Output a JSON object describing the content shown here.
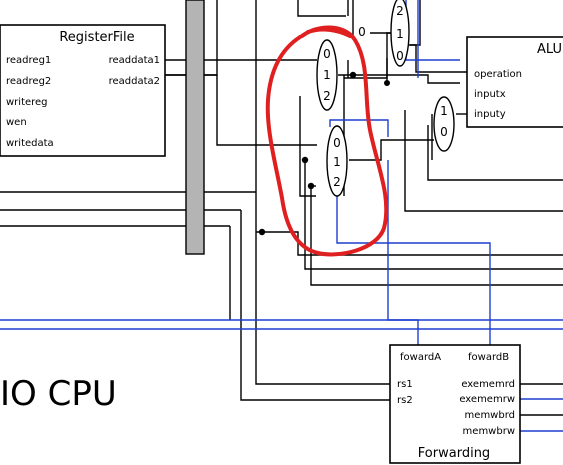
{
  "register_file": {
    "title": "RegisterFile",
    "inputs": [
      "readreg1",
      "readreg2",
      "writereg",
      "wen",
      "writedata"
    ],
    "outputs": [
      "readdata1",
      "readdata2"
    ]
  },
  "alu": {
    "title": "ALU",
    "ports": [
      "operation",
      "inputx",
      "inputy"
    ]
  },
  "forwarding": {
    "title": "Forwarding",
    "outputs": [
      "fowardA",
      "fowardB"
    ],
    "inputs_left": [
      "rs1",
      "rs2"
    ],
    "inputs_right": [
      "exememrd",
      "exememrw",
      "memwbrd",
      "memwbrw"
    ]
  },
  "muxes": {
    "mux_top": [
      "2",
      "1",
      "0"
    ],
    "mux_a": [
      "0",
      "1",
      "2"
    ],
    "mux_b": [
      "0",
      "1",
      "2"
    ],
    "mux_alu": [
      "1",
      "0"
    ]
  },
  "constant_zero": "0",
  "caption": "IO CPU",
  "colors": {
    "wire": "#000000",
    "forward_wire": "#1f3fd1",
    "annotation": "#e02020",
    "pipeline_register": "#b4b4b4"
  }
}
